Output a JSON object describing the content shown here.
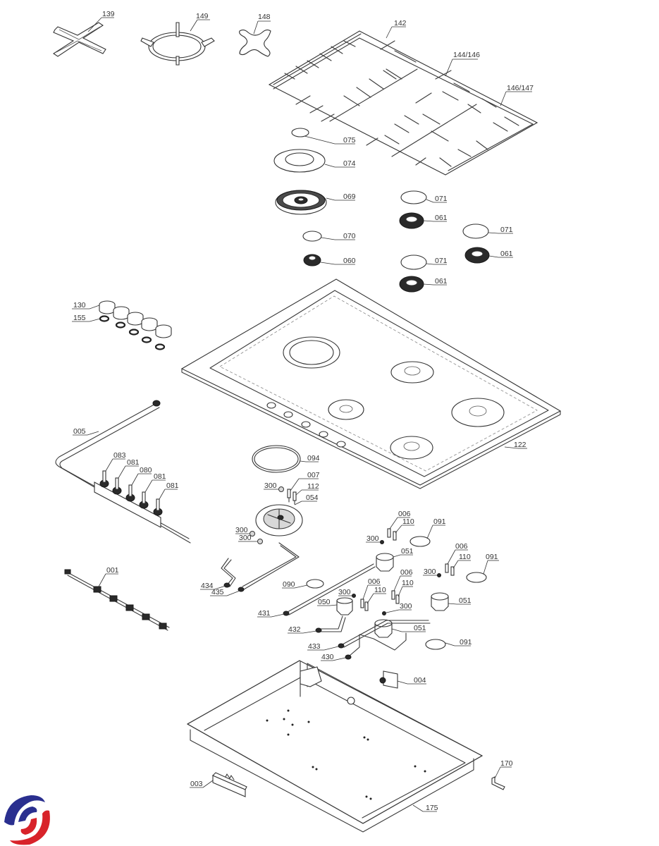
{
  "diagram": {
    "title": "Gas hob exploded view — spare parts",
    "part_labels": {
      "p139": "139",
      "p149": "149",
      "p148": "148",
      "p142": "142",
      "p144": "144/146",
      "p146": "146/147",
      "p075": "075",
      "p074": "074",
      "p069": "069",
      "p071a": "071",
      "p061a": "061",
      "p071b": "071",
      "p061b": "061",
      "p070": "070",
      "p060": "060",
      "p071c": "071",
      "p061c": "061",
      "p130": "130",
      "p155": "155",
      "p122": "122",
      "p005": "005",
      "p083": "083",
      "p081a": "081",
      "p080": "080",
      "p081b": "081",
      "p081c": "081",
      "p094": "094",
      "p007": "007",
      "p300a": "300",
      "p112": "112",
      "p054": "054",
      "p300b": "300",
      "p300c": "300",
      "p434": "434",
      "p435": "435",
      "p001": "001",
      "p006a": "006",
      "p110a": "110",
      "p091a": "091",
      "p300d": "300",
      "p051a": "051",
      "p006b": "006",
      "p110b": "110",
      "p091b": "091",
      "p300e": "300",
      "p090": "090",
      "p006c": "006",
      "p110c": "110",
      "p006d": "006",
      "p110d": "110",
      "p300f": "300",
      "p050": "050",
      "p300g": "300",
      "p051b": "051",
      "p051c": "051",
      "p431": "431",
      "p432": "432",
      "p433": "433",
      "p430": "430",
      "p091c": "091",
      "p004": "004",
      "p170": "170",
      "p003": "003",
      "p175": "175"
    },
    "logo": {
      "name": "brand-logo",
      "colors": {
        "blue": "#2a2f8f",
        "red": "#d8232a"
      }
    }
  }
}
